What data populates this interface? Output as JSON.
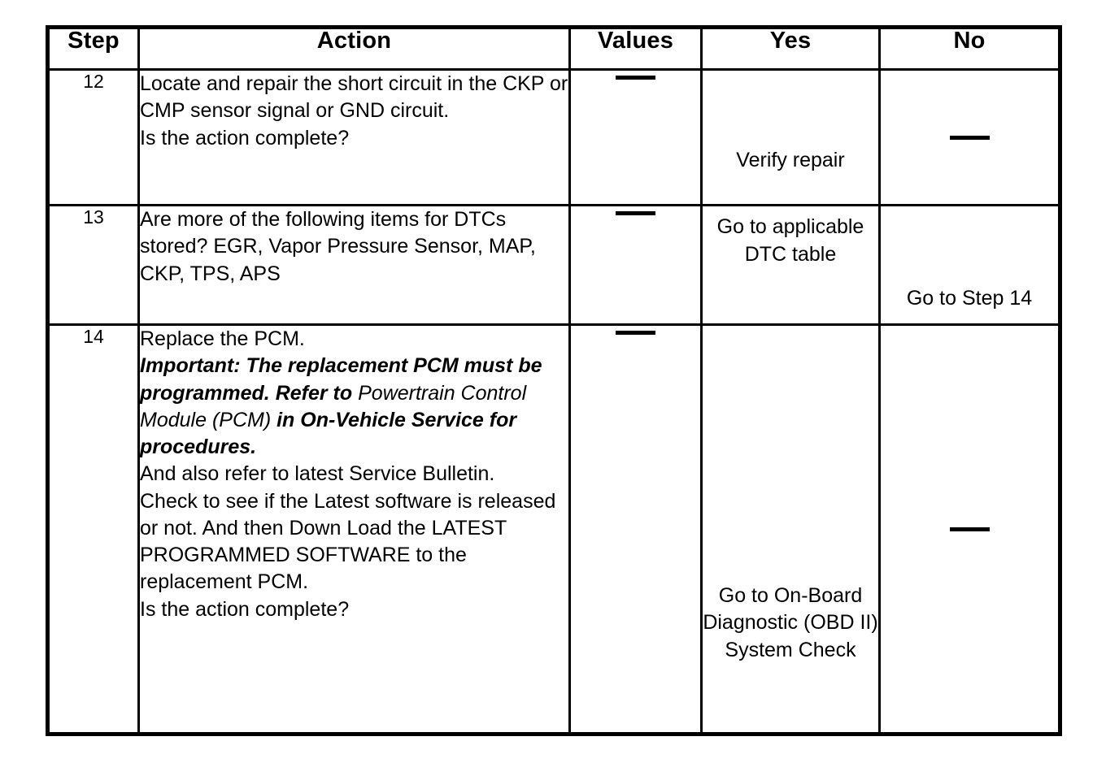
{
  "table": {
    "columns": [
      "Step",
      "Action",
      "Values",
      "Yes",
      "No"
    ],
    "rows": [
      {
        "step": "12",
        "action": {
          "lines": [
            "Locate and repair the short circuit in the CKP or CMP sensor signal or GND circuit.",
            "Is the action complete?"
          ]
        },
        "values": "—",
        "yes": "Verify repair",
        "no": "—"
      },
      {
        "step": "13",
        "action": {
          "lines": [
            "Are more of the following items for DTCs stored? EGR, Vapor Pressure Sensor, MAP, CKP, TPS, APS"
          ]
        },
        "values": "—",
        "yes": "Go to applicable DTC table",
        "no": "Go to Step 14"
      },
      {
        "step": "14",
        "action": {
          "p1": "Replace the PCM.",
          "p2_bold_a": "Important: The replacement PCM must be programmed. Refer to ",
          "p2_italic": "Powertrain Control Module (PCM)",
          "p2_bold_b": " in On-Vehicle Service for procedures.",
          "p3": "And also refer to latest Service Bulletin.",
          "p4": "Check to see if the Latest software is released or not. And then Down Load the LATEST PROGRAMMED SOFTWARE to the replacement PCM.",
          "p5": "Is the action complete?"
        },
        "values": "—",
        "yes": "Go to On-Board Diagnostic (OBD II) System Check",
        "no": "—"
      }
    ]
  },
  "colors": {
    "border": "#000000",
    "text": "#000000",
    "background": "#ffffff"
  }
}
